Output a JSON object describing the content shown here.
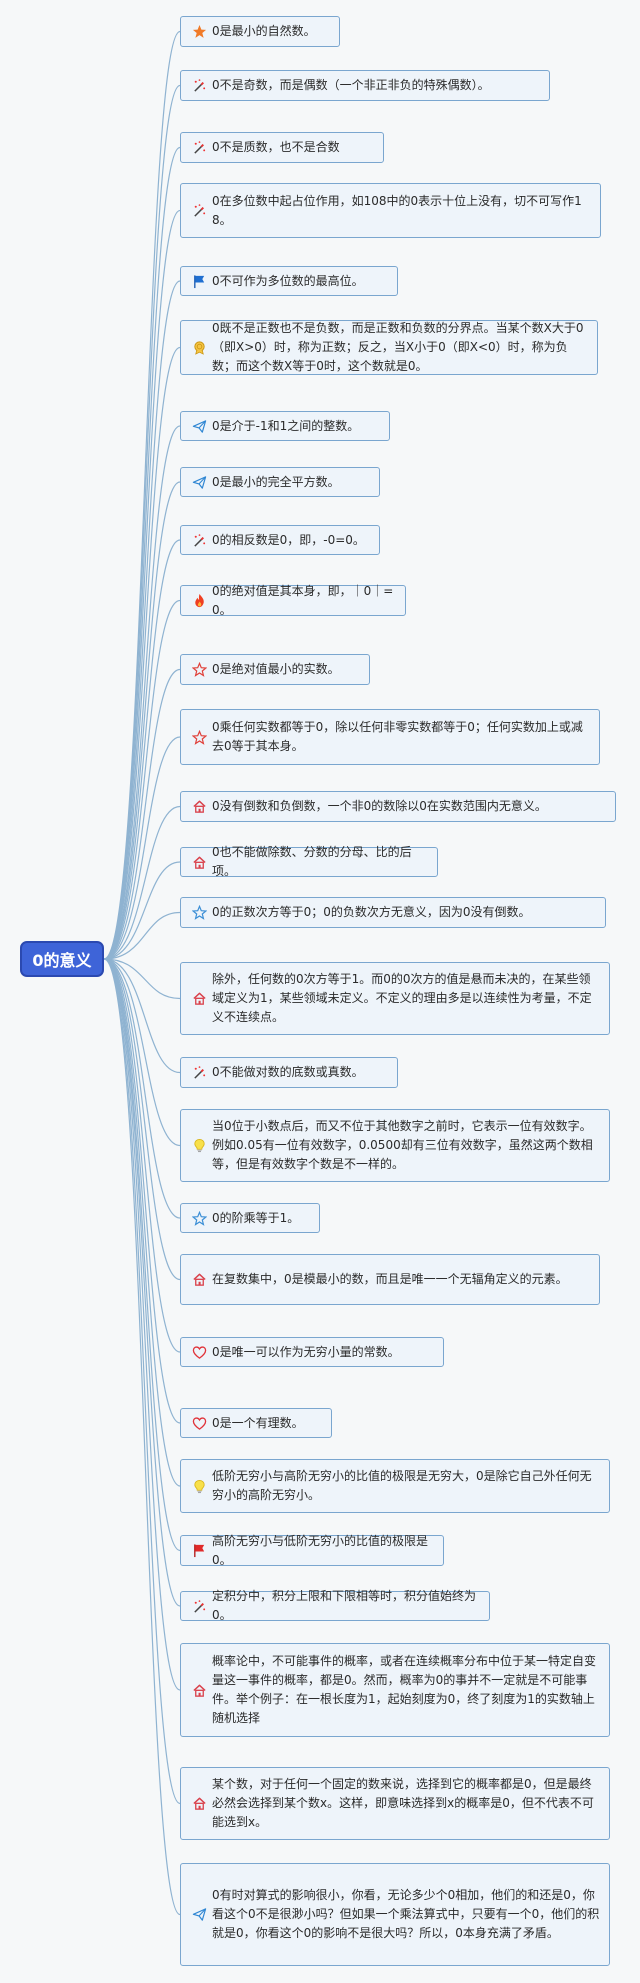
{
  "root": {
    "label": "0的意义"
  },
  "colors": {
    "root_fill": "#3e64d8",
    "node_fill": "#eef4fa",
    "node_border": "#7aa6cf",
    "connector": "#8fb3d1"
  },
  "items": [
    {
      "icon": "star-filled-icon",
      "text": "0是最小的自然数。"
    },
    {
      "icon": "magic-wand-icon",
      "text": "0不是奇数，而是偶数（一个非正非负的特殊偶数）。"
    },
    {
      "icon": "magic-wand-icon",
      "text": "0不是质数，也不是合数"
    },
    {
      "icon": "magic-wand-icon",
      "text": "0在多位数中起占位作用，如108中的0表示十位上没有，切不可写作18。"
    },
    {
      "icon": "flag-blue-icon",
      "text": "0不可作为多位数的最高位。"
    },
    {
      "icon": "medal-icon",
      "text": "0既不是正数也不是负数，而是正数和负数的分界点。当某个数X大于0（即X>0）时，称为正数；反之，当X小于0（即X<0）时，称为负数；而这个数X等于0时，这个数就是0。"
    },
    {
      "icon": "paper-plane-icon",
      "text": "0是介于-1和1之间的整数。"
    },
    {
      "icon": "paper-plane-icon",
      "text": "0是最小的完全平方数。"
    },
    {
      "icon": "magic-wand-icon",
      "text": "0的相反数是0，即，-0=0。"
    },
    {
      "icon": "fire-icon",
      "text": "0的绝对值是其本身，即，｜0｜=0。"
    },
    {
      "icon": "star-outline-red-icon",
      "text": "0是绝对值最小的实数。"
    },
    {
      "icon": "star-outline-red-icon",
      "text": "0乘任何实数都等于0，除以任何非零实数都等于0；任何实数加上或减去0等于其本身。"
    },
    {
      "icon": "home-icon",
      "text": "0没有倒数和负倒数，一个非0的数除以0在实数范围内无意义。"
    },
    {
      "icon": "home-icon",
      "text": "0也不能做除数、分数的分母、比的后项。"
    },
    {
      "icon": "star-outline-blue-icon",
      "text": "0的正数次方等于0；0的负数次方无意义，因为0没有倒数。"
    },
    {
      "icon": "home-icon",
      "text": "除外，任何数的0次方等于1。而0的0次方的值是悬而未决的，在某些领域定义为1，某些领域未定义。不定义的理由多是以连续性为考量，不定义不连续点。"
    },
    {
      "icon": "magic-wand-icon",
      "text": "0不能做对数的底数或真数。"
    },
    {
      "icon": "lightbulb-icon",
      "text": "当0位于小数点后，而又不位于其他数字之前时，它表示一位有效数字。例如0.05有一位有效数字，0.0500却有三位有效数字，虽然这两个数相等，但是有效数字个数是不一样的。"
    },
    {
      "icon": "star-outline-blue-icon",
      "text": "0的阶乘等于1。"
    },
    {
      "icon": "home-icon",
      "text": "在复数集中，0是模最小的数，而且是唯一一个无辐角定义的元素。"
    },
    {
      "icon": "heart-icon",
      "text": "0是唯一可以作为无穷小量的常数。"
    },
    {
      "icon": "heart-icon",
      "text": "0是一个有理数。"
    },
    {
      "icon": "lightbulb-icon",
      "text": "低阶无穷小与高阶无穷小的比值的极限是无穷大，0是除它自己外任何无穷小的高阶无穷小。"
    },
    {
      "icon": "flag-red-icon",
      "text": "高阶无穷小与低阶无穷小的比值的极限是0。"
    },
    {
      "icon": "magic-wand-icon",
      "text": "定积分中，积分上限和下限相等时，积分值始终为0。"
    },
    {
      "icon": "home-icon",
      "text": "概率论中，不可能事件的概率，或者在连续概率分布中位于某一特定自变量这一事件的概率，都是0。然而，概率为0的事并不一定就是不可能事件。举个例子：在一根长度为1，起始刻度为0，终了刻度为1的实数轴上随机选择"
    },
    {
      "icon": "home-icon",
      "text": "某个数，对于任何一个固定的数来说，选择到它的概率都是0，但是最终必然会选择到某个数x。这样，即意味选择到x的概率是0，但不代表不可能选到x。"
    },
    {
      "icon": "paper-plane-icon",
      "text": "0有时对算式的影响很小，你看，无论多少个0相加，他们的和还是0，你看这个0不是很渺小吗？但如果一个乘法算式中，只要有一个0，他们的积就是0，你看这个0的影响不是很大吗？所以，0本身充满了矛盾。"
    }
  ]
}
